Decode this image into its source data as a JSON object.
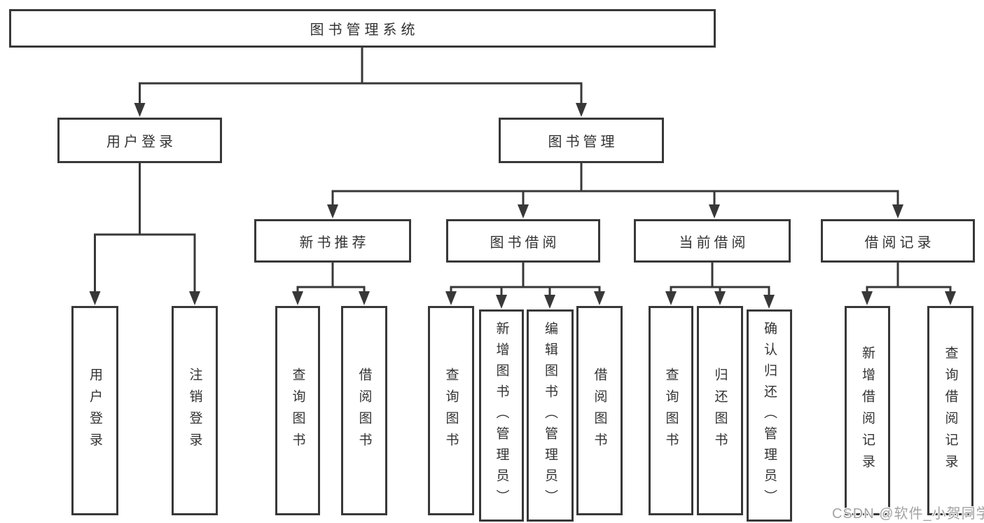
{
  "diagram": {
    "title": "图书管理系统",
    "level2": [
      {
        "label": "用户登录",
        "parent": "图书管理系统"
      },
      {
        "label": "图书管理",
        "parent": "图书管理系统"
      }
    ],
    "level3": [
      {
        "label": "新书推荐",
        "parent": "图书管理"
      },
      {
        "label": "图书借阅",
        "parent": "图书管理"
      },
      {
        "label": "当前借阅",
        "parent": "图书管理"
      },
      {
        "label": "借阅记录",
        "parent": "图书管理"
      }
    ],
    "leaves": [
      {
        "label": "用户登录",
        "parent": "用户登录"
      },
      {
        "label": "注销登录",
        "parent": "用户登录"
      },
      {
        "label": "查询图书",
        "parent": "新书推荐"
      },
      {
        "label": "借阅图书",
        "parent": "新书推荐"
      },
      {
        "label": "查询图书",
        "parent": "图书借阅"
      },
      {
        "label": "新增图书（管理员）",
        "parent": "图书借阅"
      },
      {
        "label": "编辑图书（管理员）",
        "parent": "图书借阅"
      },
      {
        "label": "借阅图书",
        "parent": "图书借阅"
      },
      {
        "label": "查询图书",
        "parent": "当前借阅"
      },
      {
        "label": "归还图书",
        "parent": "当前借阅"
      },
      {
        "label": "确认归还（管理员）",
        "parent": "当前借阅"
      },
      {
        "label": "新增借阅记录",
        "parent": "借阅记录"
      },
      {
        "label": "查询借阅记录",
        "parent": "借阅记录"
      }
    ],
    "colors": {
      "line": "#383838",
      "box_border": "#383838",
      "text": "#333333",
      "watermark": "#a3a3a3",
      "background": "#ffffff"
    }
  },
  "watermark": {
    "text": "CSDN @软件_小贺同学"
  }
}
